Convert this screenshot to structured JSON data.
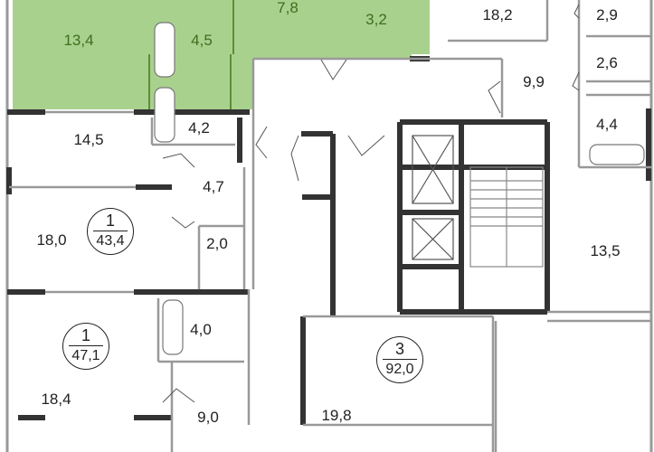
{
  "colors": {
    "highlight": "#a9d18e",
    "highlight_text": "#3f6e1e",
    "wall": "#333333"
  },
  "rooms": [
    {
      "id": "r1",
      "area": "13,4",
      "highlighted": true
    },
    {
      "id": "r2",
      "area": "4,5",
      "highlighted": true
    },
    {
      "id": "r3",
      "area": "7,8",
      "highlighted": true
    },
    {
      "id": "r4",
      "area": "3,2",
      "highlighted": true
    },
    {
      "id": "r5",
      "area": "18,2"
    },
    {
      "id": "r6",
      "area": "2,9"
    },
    {
      "id": "r7",
      "area": "2,6"
    },
    {
      "id": "r8",
      "area": "9,9"
    },
    {
      "id": "r9",
      "area": "4,4"
    },
    {
      "id": "r10",
      "area": "14,5"
    },
    {
      "id": "r11",
      "area": "4,2"
    },
    {
      "id": "r12",
      "area": "4,7"
    },
    {
      "id": "r13",
      "area": "18,0"
    },
    {
      "id": "r14",
      "area": "2,0"
    },
    {
      "id": "r15",
      "area": "13,5"
    },
    {
      "id": "r16",
      "area": "4,0"
    },
    {
      "id": "r17",
      "area": "18,4"
    },
    {
      "id": "r18",
      "area": "9,0"
    },
    {
      "id": "r19",
      "area": "19,8"
    }
  ],
  "apartments": [
    {
      "rooms": "1",
      "area": "43,4"
    },
    {
      "rooms": "1",
      "area": "47,1"
    },
    {
      "rooms": "3",
      "area": "92,0"
    }
  ]
}
